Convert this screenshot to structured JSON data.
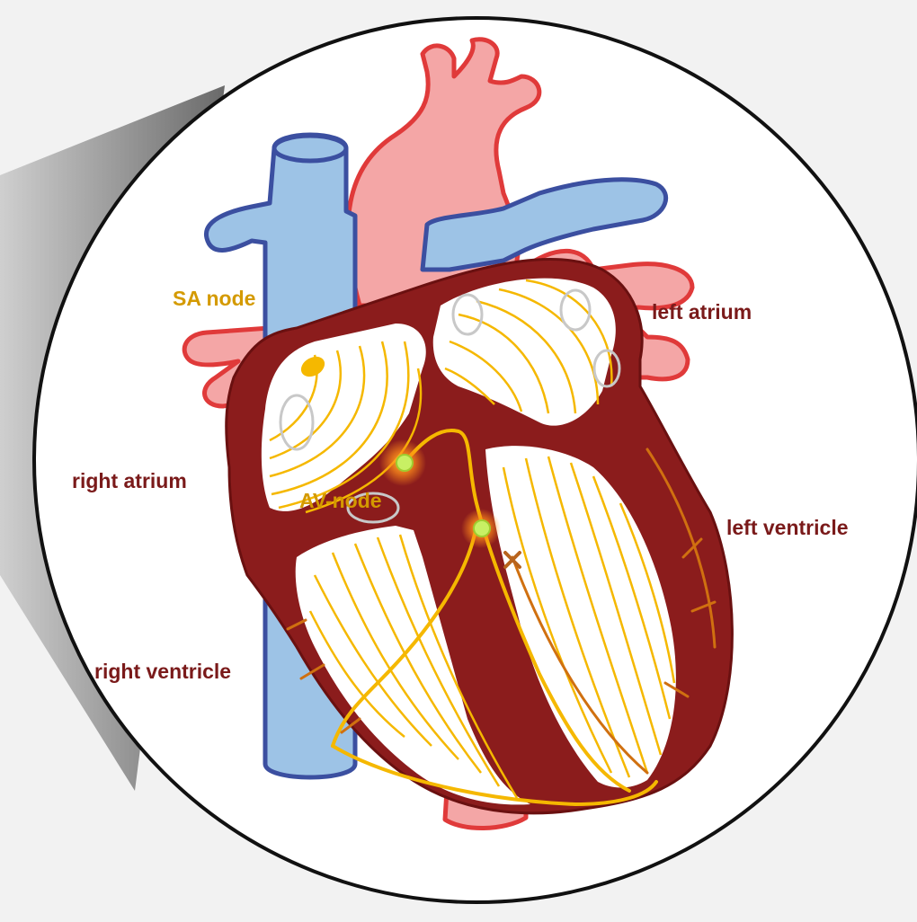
{
  "labels": {
    "sa_node": "SA node",
    "left_atrium": "left atrium",
    "right_atrium": "right atrium",
    "av_node": "AV-node",
    "left_ventricle": "left ventricle",
    "right_ventricle": "right ventricle"
  },
  "colors": {
    "background": "#f2f2f2",
    "circle_fill": "#ffffff",
    "circle_stroke": "#111111",
    "label_dark_red": "#7a1a1a",
    "label_gold": "#d49a00",
    "myocardium": "#8b1c1c",
    "vein_fill": "#9dc3e6",
    "vein_stroke": "#3b4fa0",
    "artery_fill": "#f4a6a6",
    "artery_stroke": "#e03a3a",
    "conduction": "#f5b800",
    "node_glow": "#ff8c1a",
    "node_dot": "#c8f064"
  }
}
